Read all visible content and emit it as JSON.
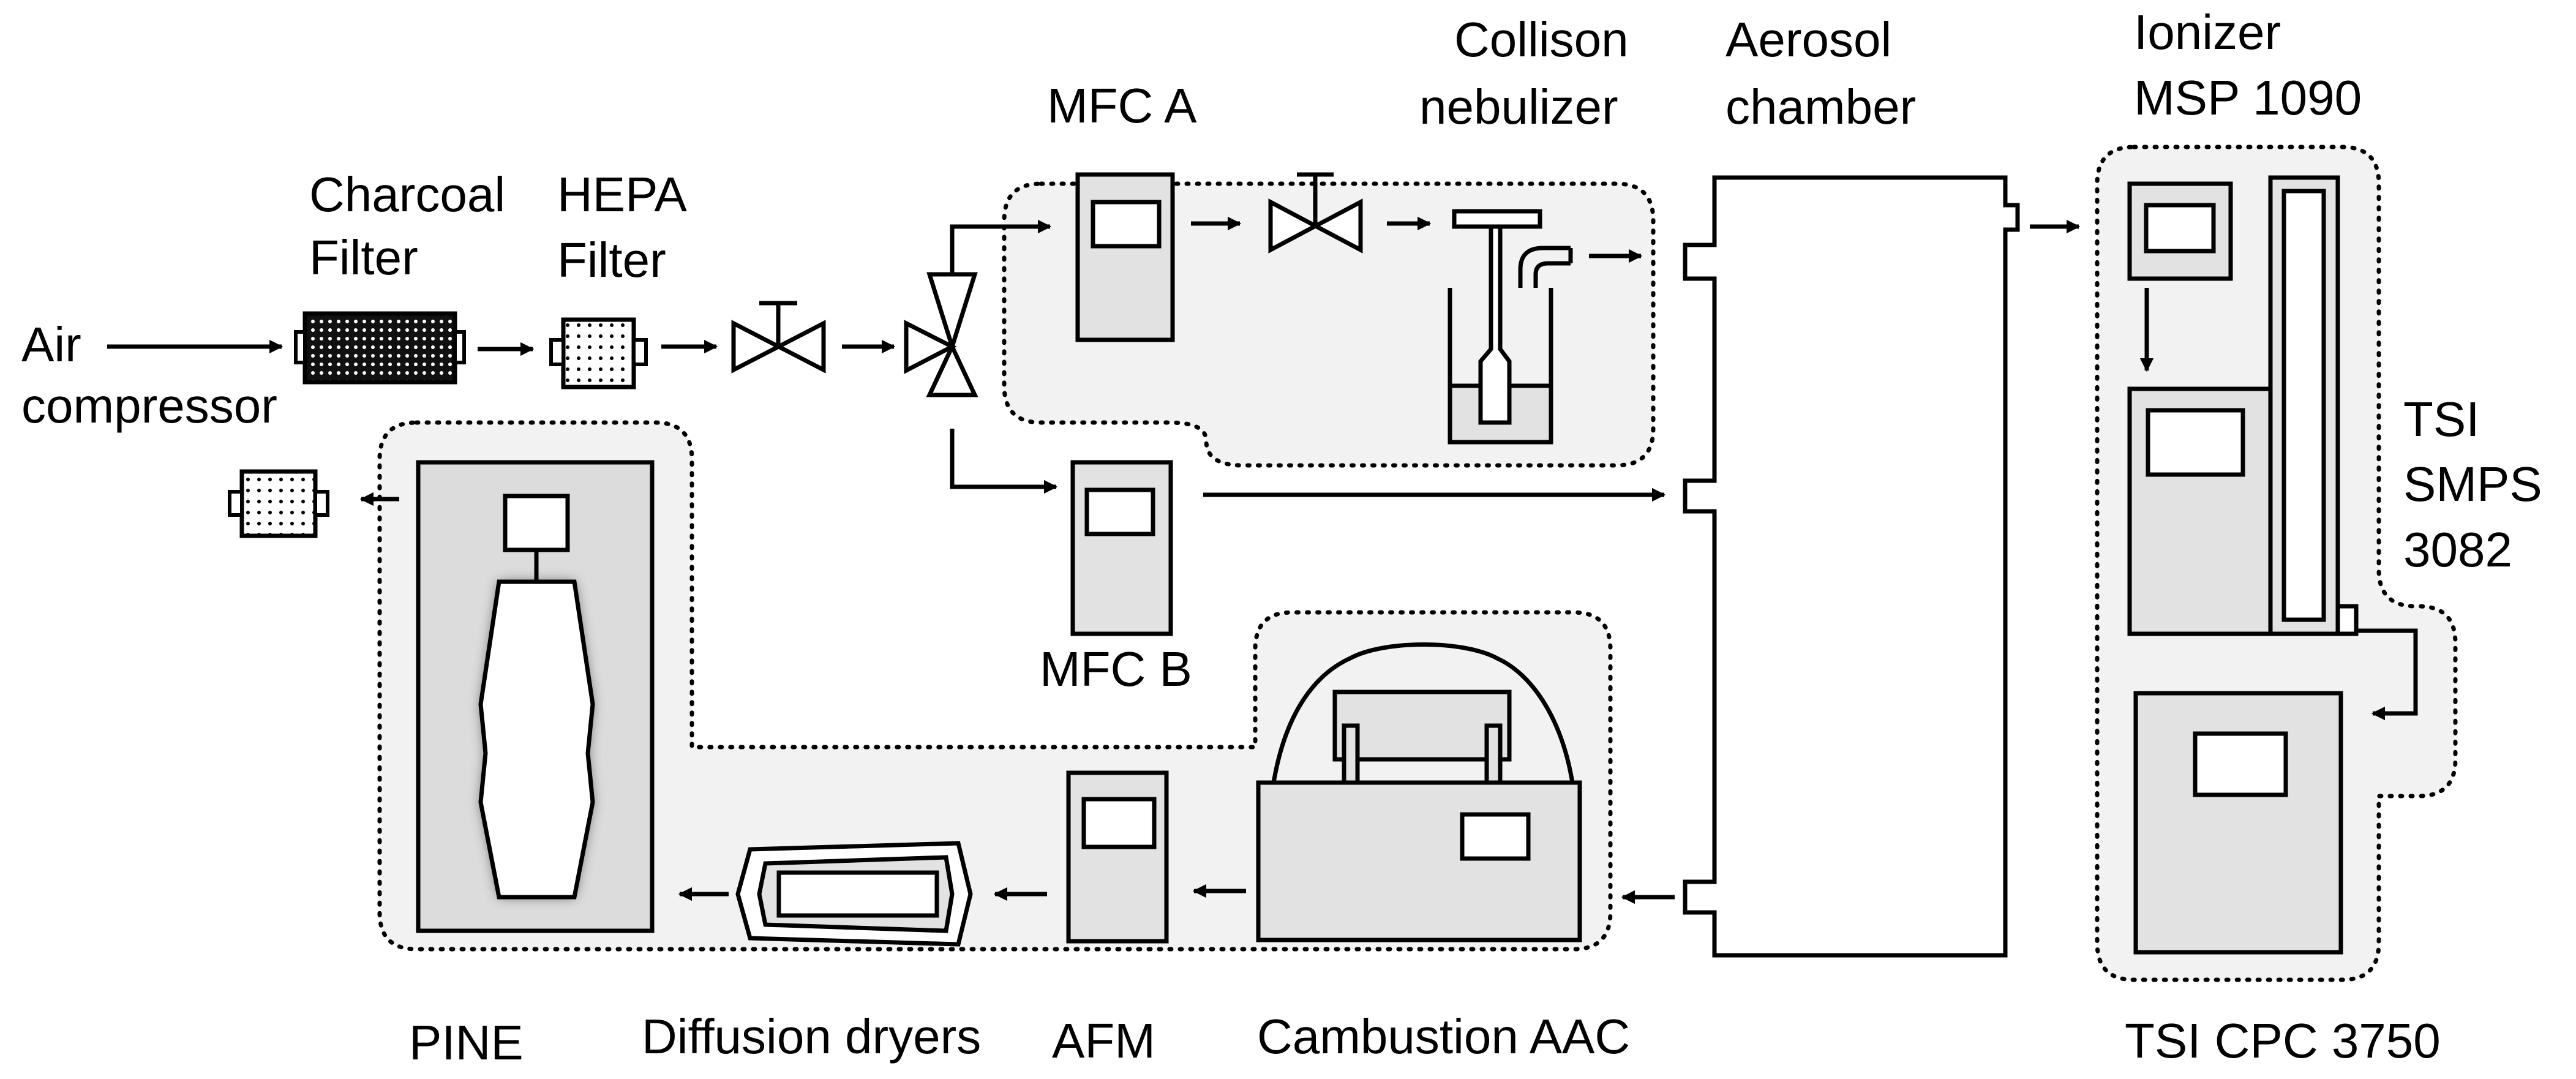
{
  "labels": {
    "air_compressor_1": "Air",
    "air_compressor_2": "compressor",
    "charcoal_1": "Charcoal",
    "charcoal_2": "Filter",
    "hepa_1": "HEPA",
    "hepa_2": "Filter",
    "mfc_a": "MFC A",
    "mfc_b": "MFC B",
    "collison_1": "Collison",
    "collison_2": "nebulizer",
    "aerosol_1": "Aerosol",
    "aerosol_2": "chamber",
    "ionizer_1": "Ionizer",
    "ionizer_2": "MSP 1090",
    "smps_1": "TSI",
    "smps_2": "SMPS",
    "smps_3": "3082",
    "cpc": "TSI CPC 3750",
    "pine": "PINE",
    "dryers": "Diffusion dryers",
    "afm": "AFM",
    "aac": "Cambustion AAC"
  },
  "colors": {
    "line": "#000000",
    "device_fill": "#e2e2e2",
    "group_fill": "#f2f2f2"
  }
}
